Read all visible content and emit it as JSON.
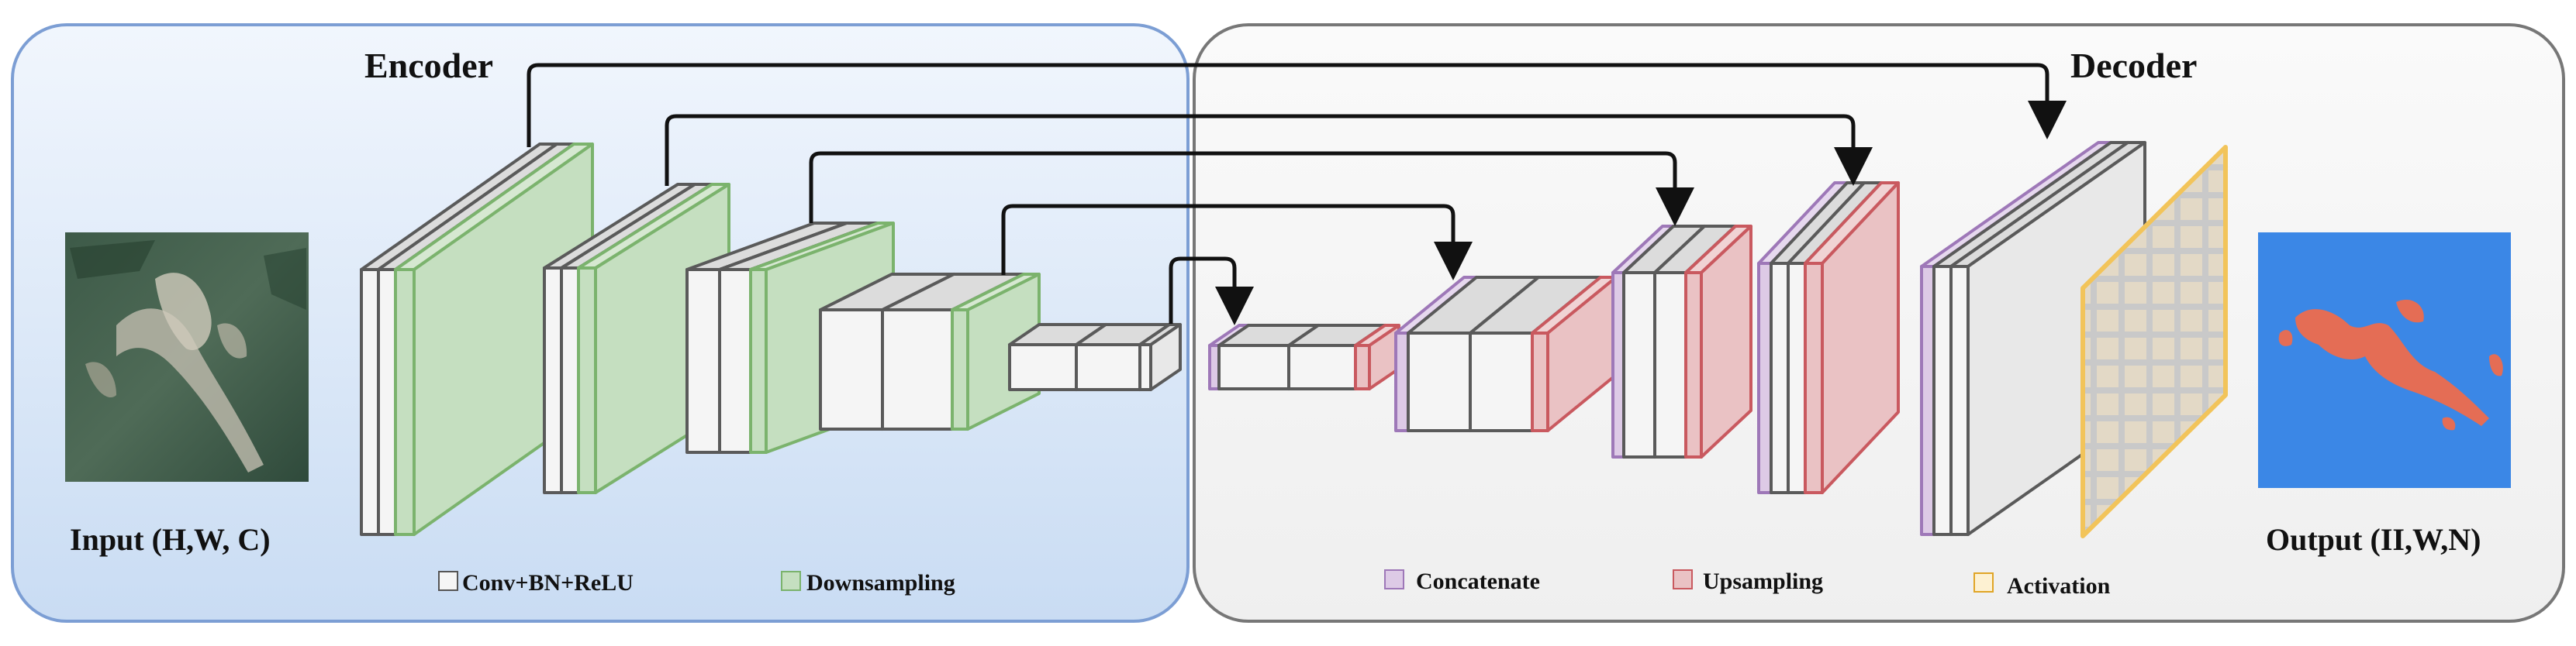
{
  "encoder": {
    "title": "Encoder"
  },
  "decoder": {
    "title": "Decoder"
  },
  "input": {
    "label": "Input (H,W, C)"
  },
  "output": {
    "label": "Output (II,W,N)"
  },
  "legend": {
    "conv": "Conv+BN+ReLU",
    "down": "Downsampling",
    "concat": "Concatenate",
    "up": "Upsampling",
    "act": "Activation"
  },
  "colors": {
    "encoder_bg": "#dbe8f7",
    "decoder_bg": "#f2f2f2",
    "conv": "#f5f5f5",
    "down": "#c5dfc0",
    "concat": "#ddcae6",
    "up": "#eac2c4",
    "act": "#f2c45a",
    "output_bg": "#3b87e6",
    "output_fg": "#e46d55"
  }
}
